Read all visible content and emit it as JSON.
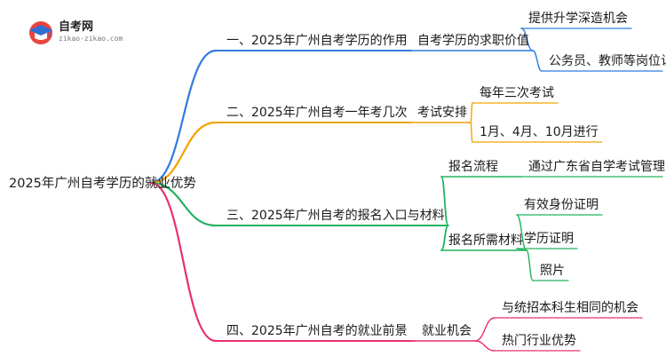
{
  "logo": {
    "title": "自考网",
    "subtitle": "zikao-zikao.com",
    "colors": {
      "red": "#e8453c",
      "blue": "#2f6fd6"
    }
  },
  "root": {
    "label": "2025年广州自考学历的就业优势"
  },
  "branches": [
    {
      "label": "一、2025年广州自考学历的作用",
      "color": "#2f7be0",
      "children": [
        {
          "label": "自考学历的求职价值",
          "children": [
            "提供升学深造机会",
            "公务员、教师等岗位认可"
          ]
        }
      ]
    },
    {
      "label": "二、2025年广州自考一年考几次",
      "color": "#f2a300",
      "children": [
        {
          "label": "考试安排",
          "children": [
            "每年三次考试",
            "1月、4月、10月进行"
          ]
        }
      ]
    },
    {
      "label": "三、2025年广州自考的报名入口与材料",
      "color": "#22b35e",
      "children": [
        {
          "label": "报名流程",
          "children": [
            "通过广东省自学考试管理系统"
          ]
        },
        {
          "label": "报名所需材料",
          "children": [
            "有效身份证明",
            "学历证明",
            "照片"
          ]
        }
      ]
    },
    {
      "label": "四、2025年广州自考的就业前景",
      "color": "#e8306e",
      "children": [
        {
          "label": "就业机会",
          "children": [
            "与统招本科生相同的机会",
            "热门行业优势"
          ]
        }
      ]
    }
  ]
}
